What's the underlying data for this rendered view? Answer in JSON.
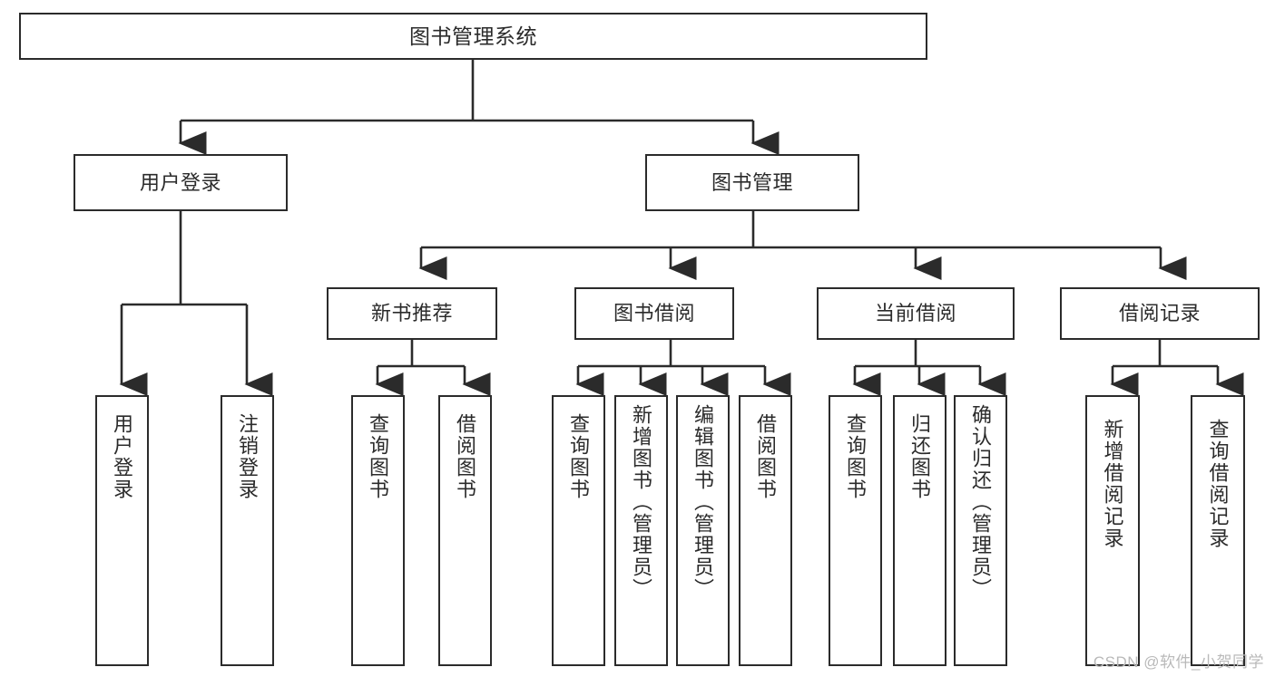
{
  "diagram": {
    "title": "图书管理系统",
    "type": "tree-hierarchy-diagram",
    "colors": {
      "box_border": "#2b2b2b",
      "box_fill": "#ffffff",
      "connector": "#2b2b2b",
      "background": "#ffffff",
      "watermark": "#b9b9b9"
    },
    "levels": {
      "root": "图书管理系统",
      "level1": [
        "用户登录",
        "图书管理"
      ],
      "level2": [
        "新书推荐",
        "图书借阅",
        "当前借阅",
        "借阅记录"
      ]
    },
    "nodes": {
      "root": {
        "label": "图书管理系统"
      },
      "user_login": {
        "label": "用户登录"
      },
      "book_manage": {
        "label": "图书管理"
      },
      "new_book_rec": {
        "label": "新书推荐"
      },
      "book_borrow": {
        "label": "图书借阅"
      },
      "current_borrow": {
        "label": "当前借阅"
      },
      "borrow_record": {
        "label": "借阅记录"
      },
      "leaf_user_login": {
        "label": "用户登录"
      },
      "leaf_logout": {
        "label": "注销登录"
      },
      "leaf_query_book_a": {
        "label": "查询图书"
      },
      "leaf_borrow_book_a": {
        "label": "借阅图书"
      },
      "leaf_query_book_b": {
        "label": "查询图书"
      },
      "leaf_add_book": {
        "label": "新增图书（管理员）"
      },
      "leaf_edit_book": {
        "label": "编辑图书（管理员）"
      },
      "leaf_borrow_book_b": {
        "label": "借阅图书"
      },
      "leaf_query_book_c": {
        "label": "查询图书"
      },
      "leaf_return_book": {
        "label": "归还图书"
      },
      "leaf_confirm_return": {
        "label": "确认归还（管理员）"
      },
      "leaf_add_record": {
        "label": "新增借阅记录"
      },
      "leaf_query_record": {
        "label": "查询借阅记录"
      }
    },
    "watermark": "CSDN @软件_小贺同学"
  }
}
